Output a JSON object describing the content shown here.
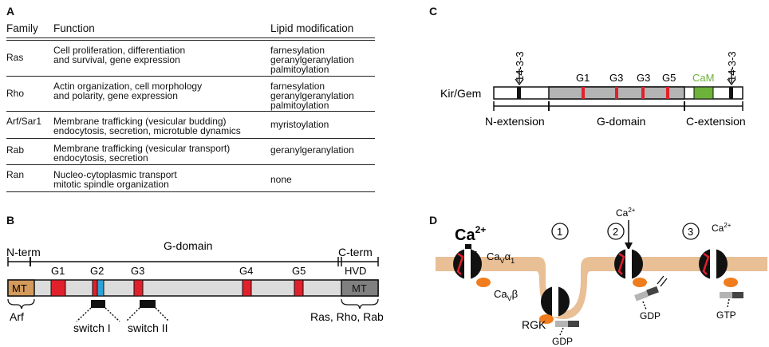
{
  "panels": {
    "a": "A",
    "b": "B",
    "c": "C",
    "d": "D"
  },
  "table": {
    "headers": [
      "Family",
      "Function",
      "Lipid modification"
    ],
    "rows": [
      {
        "family": "Ras",
        "function": "Cell proliferation, differentiation\nand survival, gene expression",
        "lipid": "farnesylation\ngeranylgeranylation\npalmitoylation"
      },
      {
        "family": "Rho",
        "function": "Actin organization, cell morphology\nand polarity, gene expression",
        "lipid": "farnesylation\ngeranylgeranylation\npalmitoylation"
      },
      {
        "family": "Arf/Sar1",
        "function": "Membrane trafficking (vesicular budding)\nendocytosis, secretion, microtuble dynamics",
        "lipid": "myristoylation"
      },
      {
        "family": "Rab",
        "function": "Membrane trafficking (vesicular transport)\nendocytosis, secretion",
        "lipid": "geranylgeranylation"
      },
      {
        "family": "Ran",
        "function": "Nucleo-cytoplasmic transport\nmitotic spindle organization",
        "lipid": "none"
      }
    ]
  },
  "panel_b": {
    "n_term": "N-term",
    "g_domain": "G-domain",
    "c_term": "C-term",
    "hvd": "HVD",
    "mt_left": "MT",
    "mt_right": "MT",
    "g_labels": [
      "G1",
      "G2",
      "G3",
      "G4",
      "G5"
    ],
    "switch1": "switch I",
    "switch2": "switch II",
    "arf": "Arf",
    "ras_rho_rab": "Ras, Rho, Rab",
    "colors": {
      "mt_left": "#d39a5c",
      "mt_right": "#808080",
      "g_box": "#e0202a",
      "switch_blue": "#2aa4d8",
      "body": "#dcdcdc"
    }
  },
  "panel_c": {
    "protein": "Kir/Gem",
    "site_left": "14-3-3",
    "site_right": "14-3-3",
    "g_labels": [
      "G1",
      "G3",
      "G3",
      "G5"
    ],
    "cam": "CaM",
    "n_ext": "N-extension",
    "g_domain": "G-domain",
    "c_ext": "C-extension",
    "colors": {
      "cam": "#6db23a",
      "g_mark": "#e0202a",
      "gdomain": "#b4b4b4"
    }
  },
  "panel_d": {
    "ca_big": "Ca",
    "ca_big_sup": "2+",
    "ca_mid": "Ca",
    "ca_mid_sup": "2+",
    "ca_right": "Ca",
    "ca_right_sup": "2+",
    "alpha_base": "Ca",
    "alpha_sub": "V",
    "alpha_greek": "α",
    "alpha_sub2": "1",
    "beta_base": "Ca",
    "beta_sub": "V",
    "beta_greek": "β",
    "rgk": "RGK",
    "gdp_rgk": "GDP",
    "gdp_2": "GDP",
    "gtp_3": "GTP",
    "steps": [
      "1",
      "2",
      "3"
    ],
    "colors": {
      "membrane": "#e9bf95",
      "beta": "#ef7d1e"
    }
  }
}
